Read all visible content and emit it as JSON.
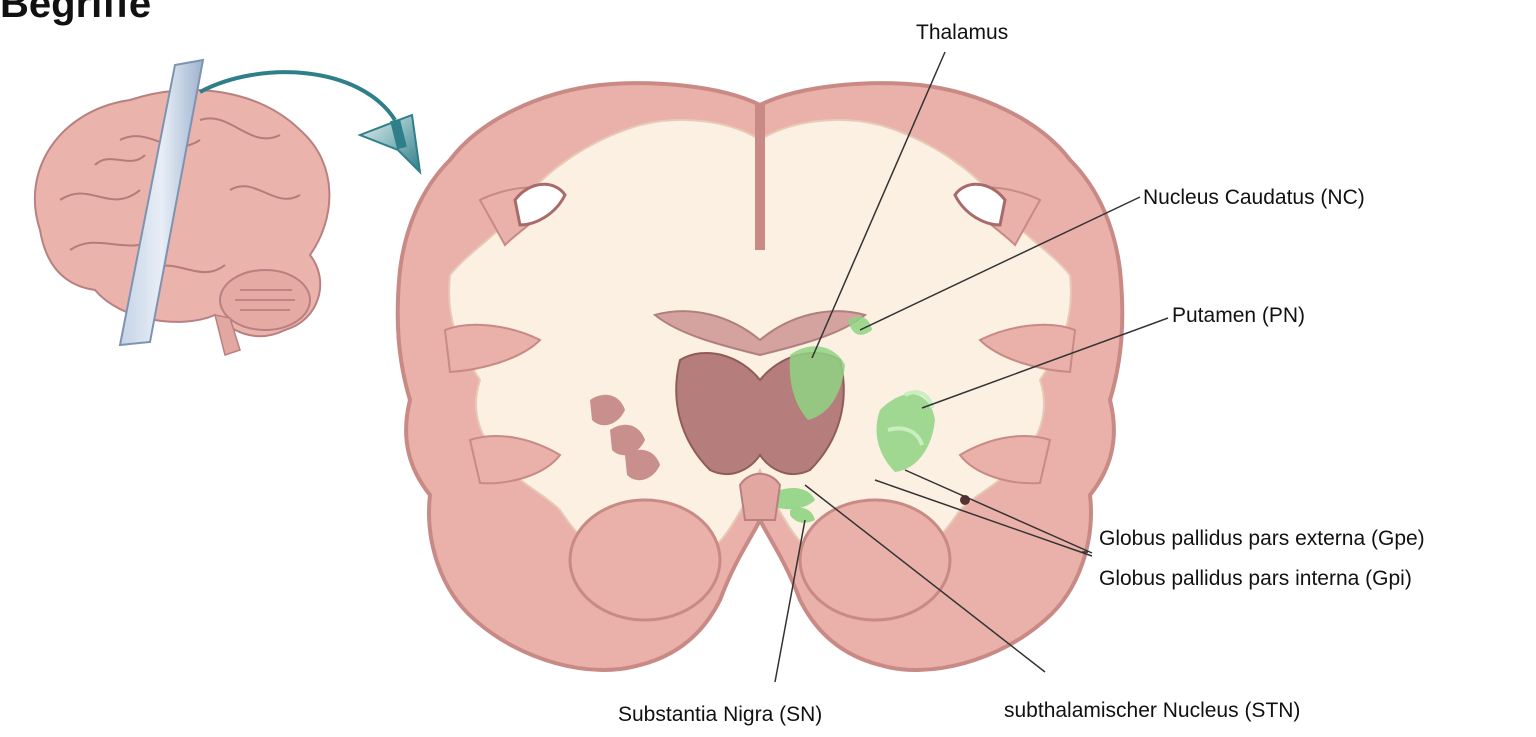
{
  "title_fragment": "Begriffe",
  "labels": {
    "thalamus": "Thalamus",
    "nucleus_caudatus": "Nucleus Caudatus (NC)",
    "putamen": "Putamen (PN)",
    "gpe": "Globus pallidus pars externa (Gpe)",
    "gpi": "Globus pallidus pars interna (Gpi)",
    "substantia_nigra": "Substantia Nigra (SN)",
    "stn": "subthalamischer Nucleus (STN)"
  },
  "colors": {
    "cortex": "#e9b1aa",
    "cortex_edge": "#c98a86",
    "white_matter": "#fbf0e2",
    "highlight_green": "#8fd382",
    "thalamus_mauve": "#b67d7d",
    "arrow_teal": "#3f8f9a",
    "leader_line": "#333333"
  }
}
